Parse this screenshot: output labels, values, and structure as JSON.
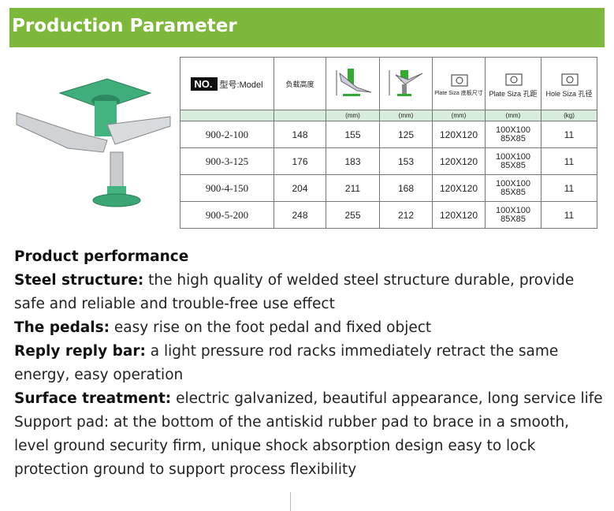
{
  "title": "Production Parameter",
  "table": {
    "headers": {
      "no": "NO.",
      "model": "型号:Model",
      "load": "负载高度",
      "plate_size": "Plate Siza 底板尺寸",
      "plate_hole": "Plate Siza 孔距",
      "hole_size": "Hole Siza 孔径"
    },
    "units": [
      "",
      "",
      "(mm)",
      "(mm)",
      "(mm)",
      "(mm)",
      "(kg)"
    ],
    "rows": [
      {
        "model": "900-2-100",
        "load": "148",
        "h1": "155",
        "h2": "125",
        "plate": "120X120",
        "hole1": "100X100",
        "hole2": "85X85",
        "kg": "11"
      },
      {
        "model": "900-3-125",
        "load": "176",
        "h1": "183",
        "h2": "153",
        "plate": "120X120",
        "hole1": "100X100",
        "hole2": "85X85",
        "kg": "11"
      },
      {
        "model": "900-4-150",
        "load": "204",
        "h1": "211",
        "h2": "168",
        "plate": "120X120",
        "hole1": "100X100",
        "hole2": "85X85",
        "kg": "11"
      },
      {
        "model": "900-5-200",
        "load": "248",
        "h1": "255",
        "h2": "212",
        "plate": "120X120",
        "hole1": "100X100",
        "hole2": "85X85",
        "kg": "11"
      }
    ]
  },
  "performance": {
    "heading": "Product performance",
    "items": [
      {
        "label": "Steel structure:",
        "text": " the high quality of welded steel structure durable, provide safe and reliable and trouble-free use effect"
      },
      {
        "label": "The pedals:",
        "text": " easy rise on the foot pedal and fixed object"
      },
      {
        "label": "Reply reply bar:",
        "text": " a light pressure rod racks immediately retract the same energy, easy operation"
      },
      {
        "label": "Surface treatment:",
        "text": " electric galvanized, beautiful appearance, long service life"
      }
    ],
    "last": "Support pad: at the bottom of the antiskid rubber pad to brace in a smooth, level ground security firm, unique shock absorption design easy to lock protection ground to support process flexibility"
  }
}
